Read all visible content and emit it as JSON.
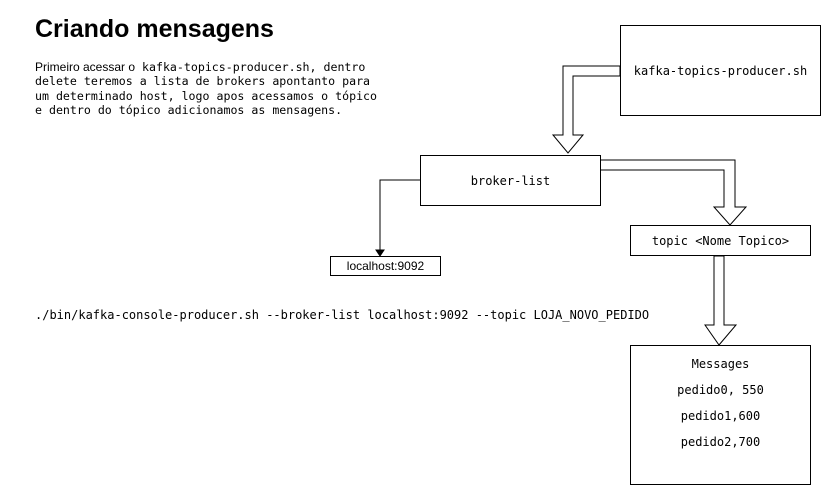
{
  "title": "Criando mensagens",
  "description": {
    "lead": "Primeiro acessar o",
    "rest": " kafka-topics-producer.sh, dentro delete teremos a lista de brokers apontanto para um determinado host, logo apos acessamos o tópico e dentro do tópico adicionamos as mensagens."
  },
  "nodes": {
    "producer": "kafka-topics-producer.sh",
    "broker_list": "broker-list",
    "localhost": "localhost:9092",
    "topic": "topic <Nome Topico>"
  },
  "messages": {
    "title": "Messages",
    "items": [
      "pedido0, 550",
      "pedido1,600",
      "pedido2,700"
    ]
  },
  "command": "./bin/kafka-console-producer.sh --broker-list localhost:9092 --topic LOJA_NOVO_PEDIDO"
}
